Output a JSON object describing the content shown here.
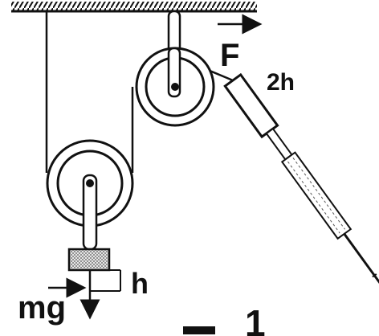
{
  "diagram": {
    "labels": {
      "force": "F",
      "spring_extension": "2h",
      "load_displacement": "h",
      "weight": "mg",
      "figure_number": "1"
    },
    "colors": {
      "ink": "#111111",
      "background": "#ffffff",
      "load_fill": "#c8c8c8"
    }
  }
}
